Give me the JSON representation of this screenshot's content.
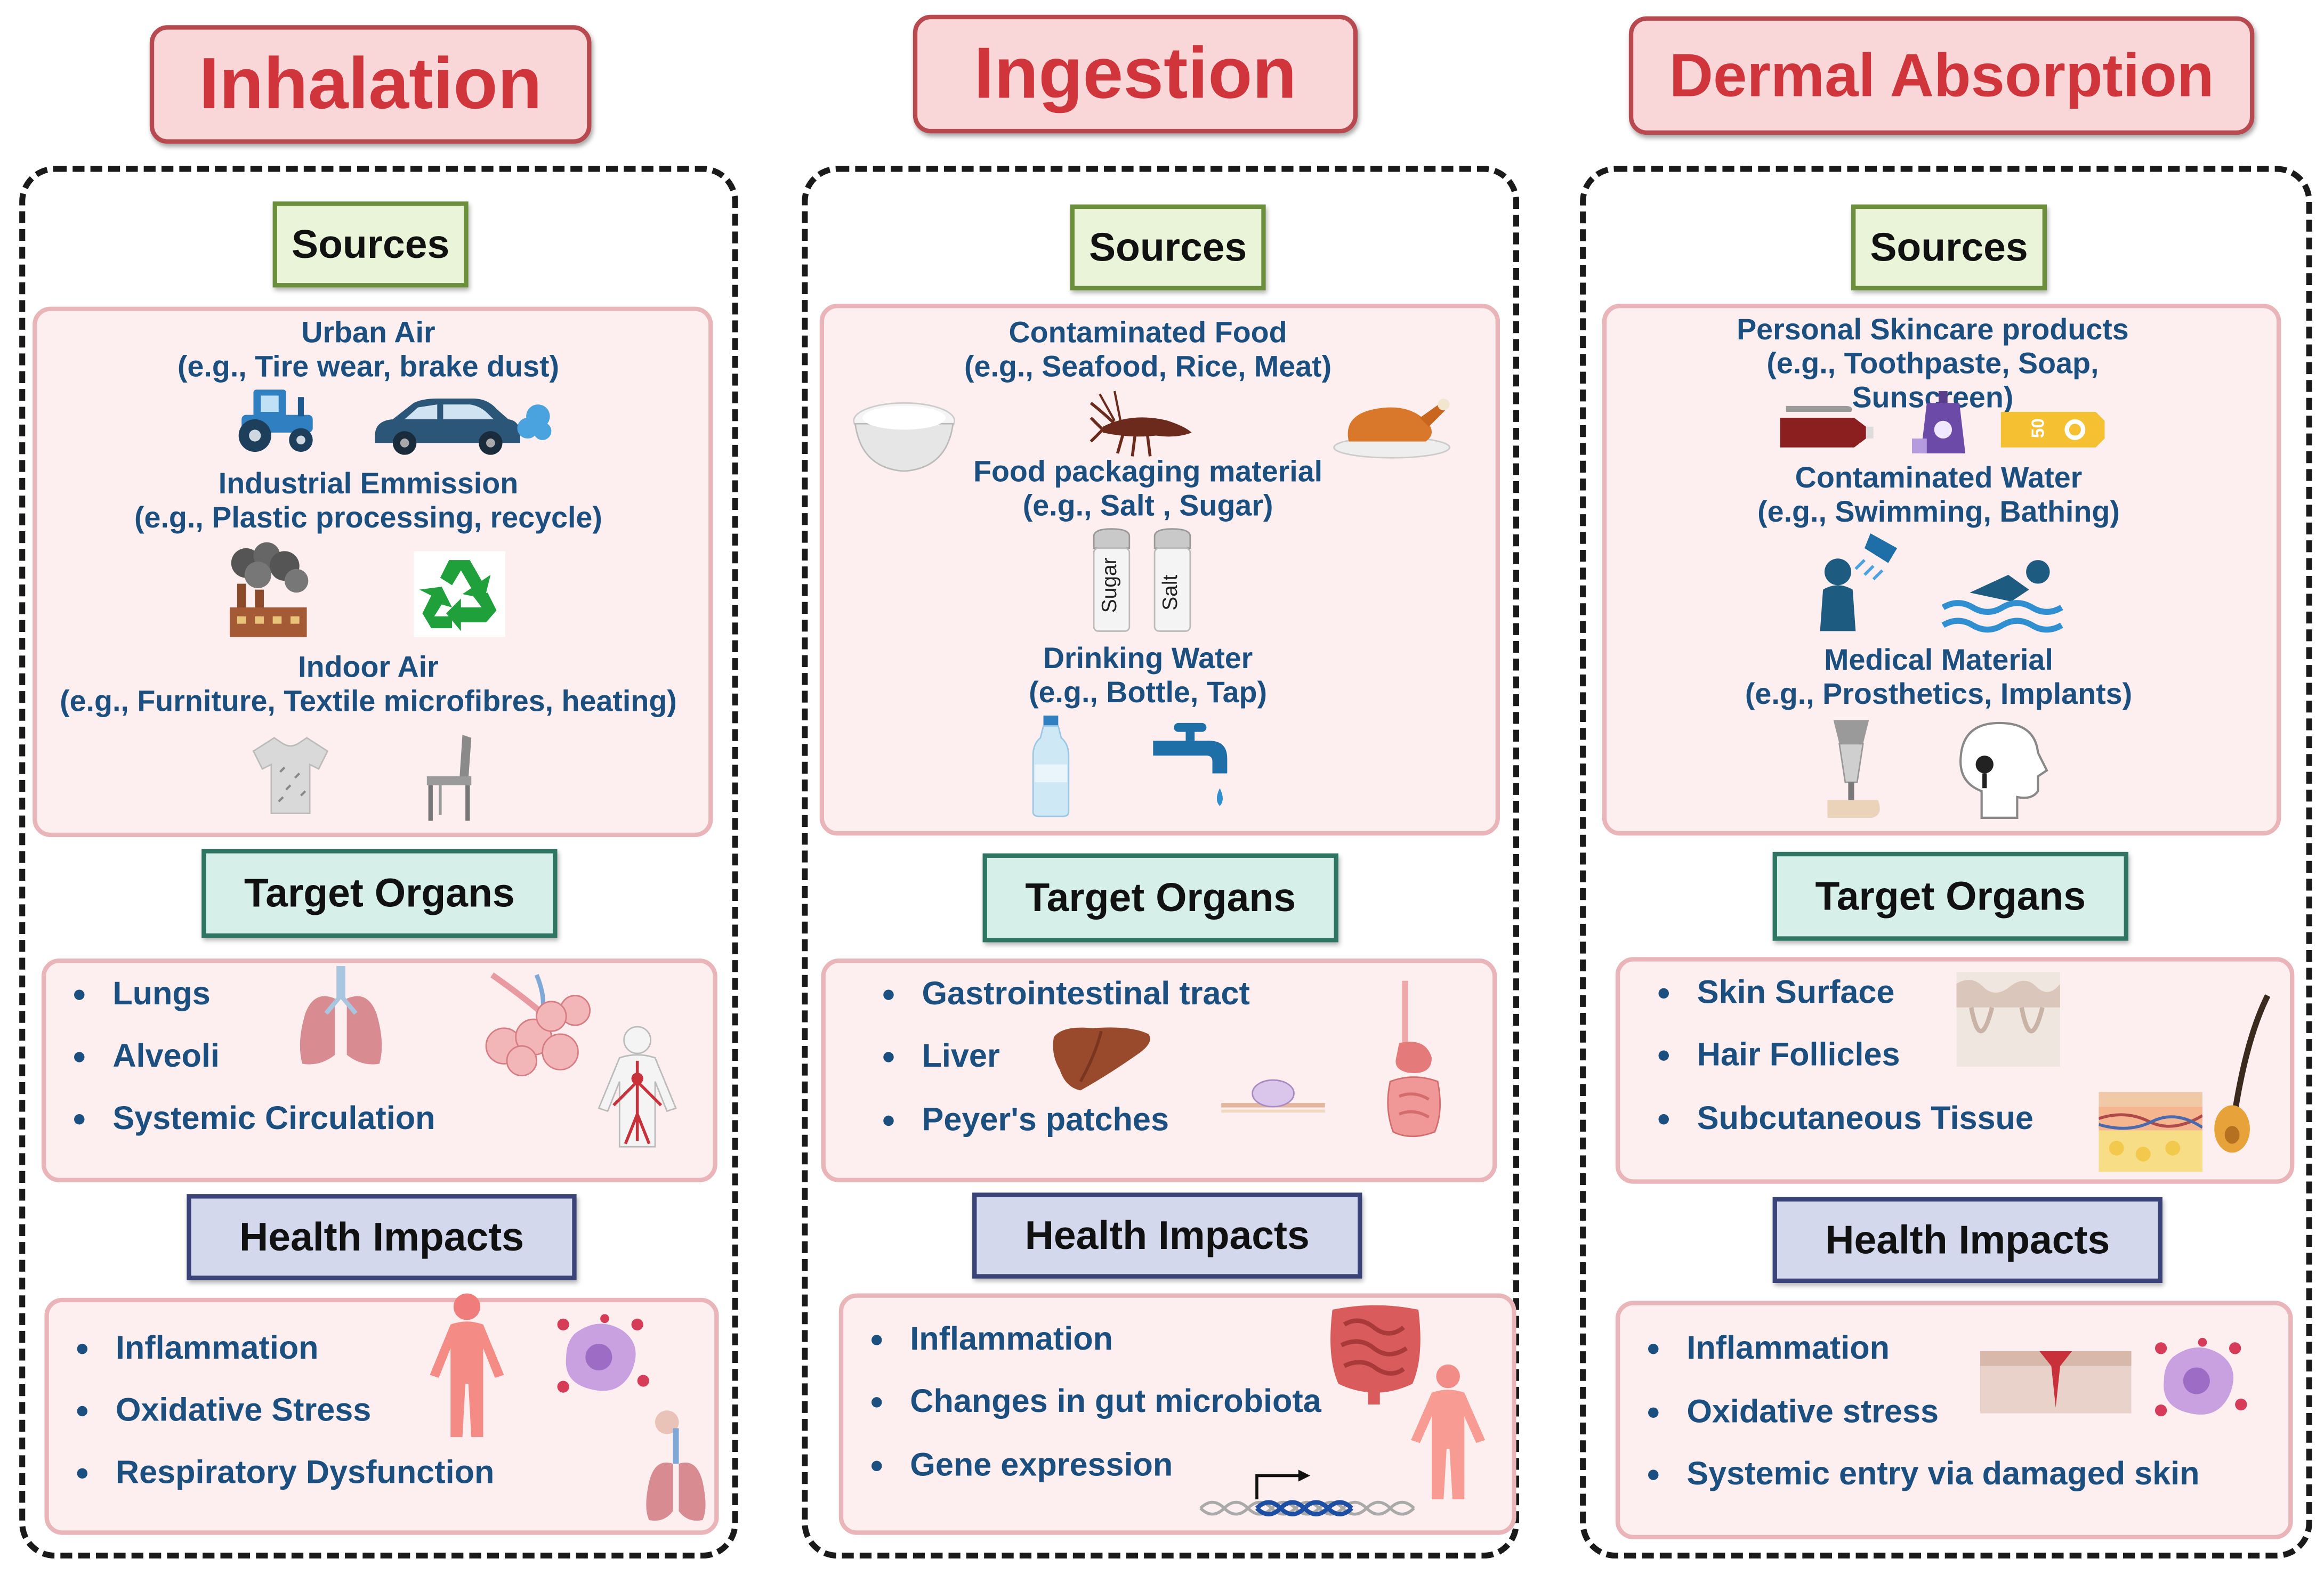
{
  "routes": [
    {
      "title": "Inhalation",
      "sources_header": "Sources",
      "source_groups": [
        {
          "name": "Urban Air",
          "example": "(e.g., Tire wear, brake dust)"
        },
        {
          "name": "Industrial Emmission",
          "example": "(e.g., Plastic processing, recycle)"
        },
        {
          "name": "Indoor Air",
          "example": "(e.g., Furniture, Textile microfibres, heating)"
        }
      ],
      "organs_header": "Target Organs",
      "organs": [
        "Lungs",
        "Alveoli",
        "Systemic Circulation"
      ],
      "impacts_header": "Health Impacts",
      "impacts": [
        "Inflammation",
        "Oxidative Stress",
        "Respiratory Dysfunction"
      ]
    },
    {
      "title": "Ingestion",
      "sources_header": "Sources",
      "source_groups": [
        {
          "name": "Contaminated Food",
          "example": "(e.g., Seafood, Rice, Meat)"
        },
        {
          "name": "Food packaging material",
          "example": "(e.g., Salt , Sugar)"
        },
        {
          "name": "Drinking Water",
          "example": "(e.g., Bottle, Tap)"
        }
      ],
      "shaker_labels": [
        "Sugar",
        "Salt"
      ],
      "organs_header": "Target Organs",
      "organs": [
        "Gastrointestinal tract",
        "Liver",
        "Peyer's patches"
      ],
      "impacts_header": "Health Impacts",
      "impacts": [
        "Inflammation",
        "Changes in gut microbiota",
        "Gene expression"
      ]
    },
    {
      "title": "Dermal Absorption",
      "sources_header": "Sources",
      "source_groups": [
        {
          "name": "Personal Skincare products",
          "example": "(e.g., Toothpaste, Soap,",
          "example2": "Sunscreen)"
        },
        {
          "name": "Contaminated Water",
          "example": "(e.g., Swimming, Bathing)"
        },
        {
          "name": "Medical Material",
          "example": "(e.g., Prosthetics, Implants)"
        }
      ],
      "sunscreen_label": "50",
      "organs_header": "Target Organs",
      "organs": [
        "Skin Surface",
        "Hair Follicles",
        "Subcutaneous Tissue"
      ],
      "impacts_header": "Health Impacts",
      "impacts": [
        "Inflammation",
        "Oxidative stress",
        "Systemic entry via damaged skin"
      ]
    }
  ],
  "colors": {
    "title_text": "#d0353b",
    "title_fill": "#f9d7d9",
    "body_text": "#1b4f80",
    "panel_fill": "#fdefef",
    "sources_fill": "#eaf4d9",
    "organs_fill": "#d6efe9",
    "impacts_fill": "#d3d8ec"
  }
}
